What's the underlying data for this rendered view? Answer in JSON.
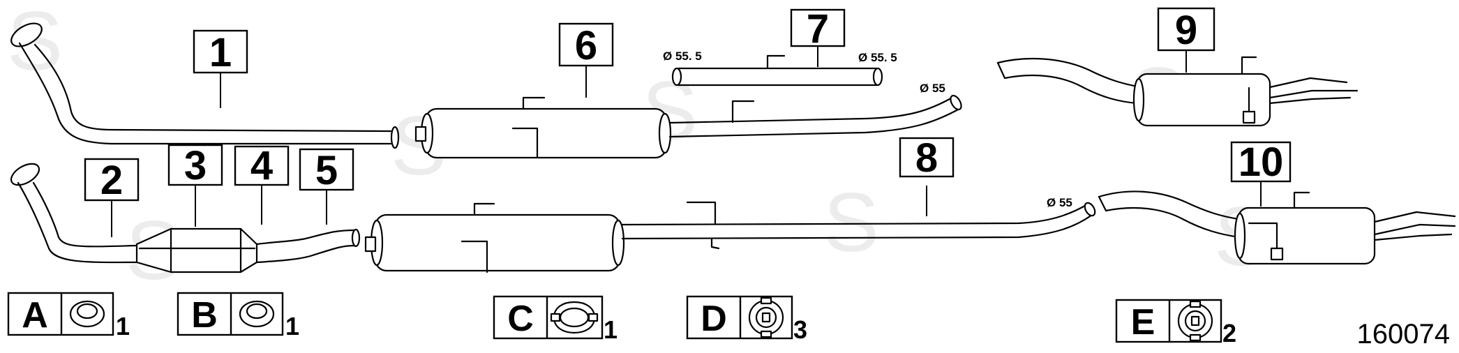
{
  "diagram": {
    "reference_number": "160074",
    "watermark_letter": "S",
    "part_labels": [
      "1",
      "2",
      "3",
      "4",
      "5",
      "6",
      "7",
      "8",
      "9",
      "10"
    ],
    "kits": [
      {
        "letter": "A",
        "quantity": "1",
        "icon": "gasket-ring-icon"
      },
      {
        "letter": "B",
        "quantity": "1",
        "icon": "gasket-ring-icon"
      },
      {
        "letter": "C",
        "quantity": "1",
        "icon": "pipe-clamp-icon"
      },
      {
        "letter": "D",
        "quantity": "3",
        "icon": "rubber-mount-icon"
      },
      {
        "letter": "E",
        "quantity": "2",
        "icon": "rubber-mount-icon"
      }
    ],
    "diameters": [
      "Ø 55. 5",
      "Ø 55. 5",
      "Ø 55",
      "Ø 55"
    ]
  },
  "colors": {
    "line": "#000000",
    "background": "#ffffff",
    "watermark": "#ececec"
  }
}
